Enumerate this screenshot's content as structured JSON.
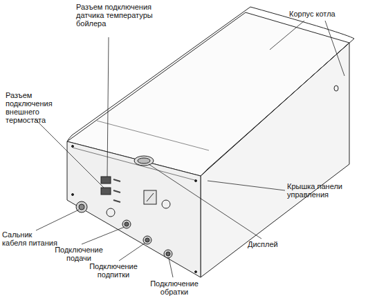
{
  "diagram": {
    "labels": [
      "Разъем подключения датчика температуры бойлера",
      "Корпус котла",
      "Разъем подключения внешнего термостата",
      "Крышка панели управления",
      "Сальник кабеля питания",
      "Подключение подачи",
      "Подключение подпитки",
      "Дисплей",
      "Подключение обратки"
    ]
  }
}
